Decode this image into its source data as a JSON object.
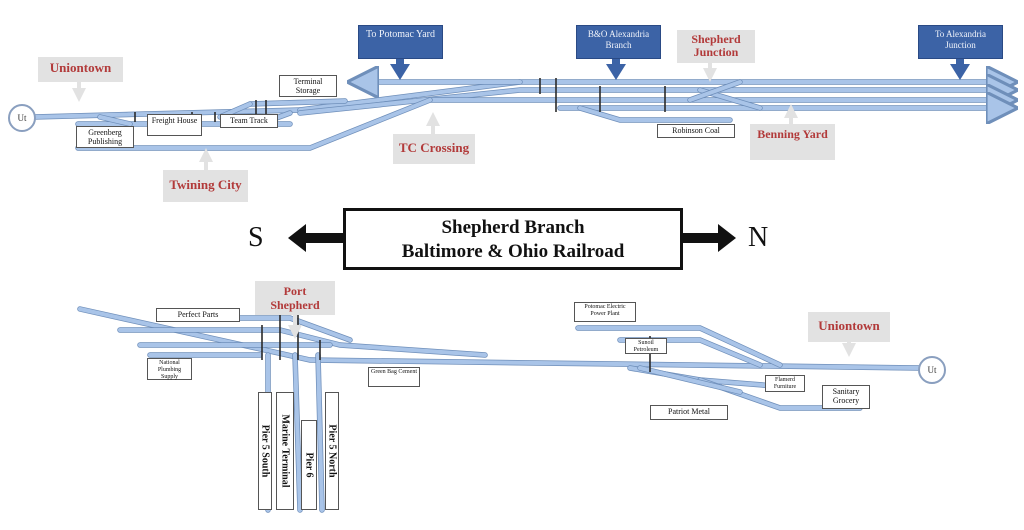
{
  "title": {
    "line1": "Shepherd Branch",
    "line2": "Baltimore & Ohio Railroad"
  },
  "compass": {
    "south": "S",
    "north": "N"
  },
  "connections": {
    "to_potomac_yard": "To Potomac Yard",
    "bo_alexandria_branch": "B&O Alexandria Branch",
    "to_alexandria_junction": "To Alexandria Junction"
  },
  "places": {
    "uniontown_top": "Uniontown",
    "shepherd_junction": "Shepherd Junction",
    "tc_crossing": "TC Crossing",
    "benning_yard": "Benning Yard",
    "twining_city": "Twining City",
    "port_shepherd": "Port Shepherd",
    "uniontown_bottom": "Uniontown"
  },
  "industries": {
    "terminal_storage": "Terminal Storage",
    "greenberg_publishing": "Greenberg Publishing",
    "freight_house": "Freight House",
    "team_track": "Team Track",
    "robinson_coal": "Robinson Coal",
    "perfect_parts": "Perfect Parts",
    "national_plumbing_supply": "National Plumbing Supply",
    "green_bag_cement": "Green Bag Cement",
    "potomac_electric_power_plant": "Potomac Electric Power Plant",
    "sunoil_petroleum": "Sunoil Petroleum",
    "flamerd_furniture": "Flamerd Furniture",
    "sanitary_grocery": "Sanitary Grocery",
    "patriot_metal": "Patriot Metal",
    "pier_5_south": "Pier 5 South",
    "marine_terminal": "Marine Terminal",
    "pier_6": "Pier 6",
    "pier_5_north": "Pier 5 North"
  },
  "ut_marker": "Ut",
  "colors": {
    "track": "#a9c4e8",
    "place_label_text": "#b23a3a",
    "place_label_bg": "#e2e2e2",
    "connection_bg": "#3c63a6"
  }
}
